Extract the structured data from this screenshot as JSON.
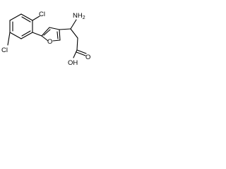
{
  "molecule": {
    "atoms": {
      "cl_top": "Cl",
      "cl_left": "Cl",
      "ring_oxygen": "O",
      "amine": "NH",
      "amine_sub": "2",
      "hydroxyl": "OH",
      "carbonyl_oxygen": "O"
    }
  }
}
